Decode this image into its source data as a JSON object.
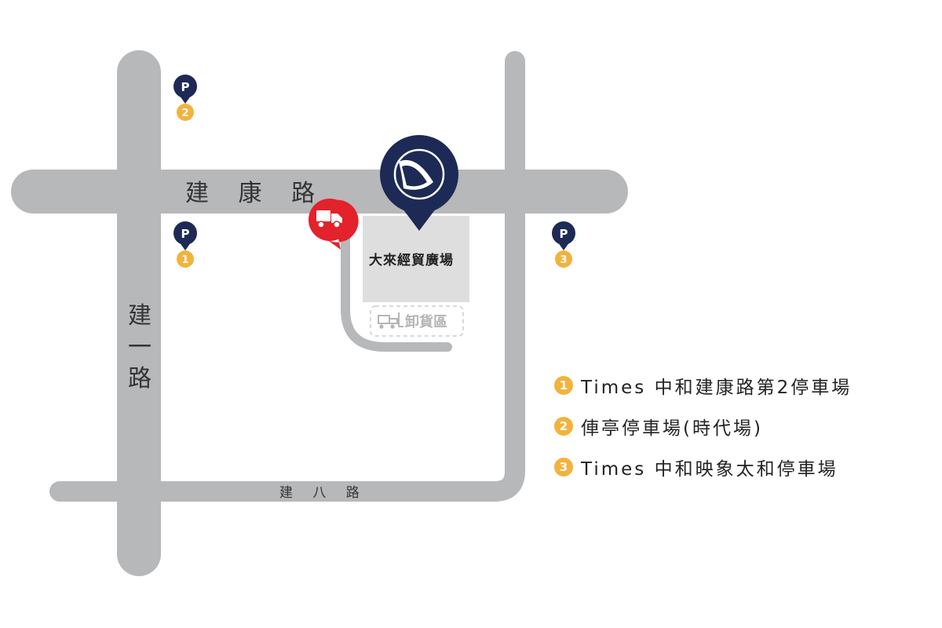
{
  "roads": {
    "main_horizontal": "建 康 路",
    "vertical_top": "建",
    "vertical_mid": "一",
    "vertical_bottom": "路",
    "bottom_horizontal": "建 八 路"
  },
  "building": {
    "name": "大來經貿廣場"
  },
  "unloading_zone": {
    "label": "卸貨區"
  },
  "parking_markers": [
    {
      "letter": "P",
      "number": "2"
    },
    {
      "letter": "P",
      "number": "1"
    },
    {
      "letter": "P",
      "number": "3"
    }
  ],
  "legend": [
    {
      "number": "1",
      "text": "Times 中和建康路第2停車場"
    },
    {
      "number": "2",
      "text": "俥亭停車場(時代場)"
    },
    {
      "number": "3",
      "text": "Times 中和映象太和停車場"
    }
  ],
  "colors": {
    "road": "#b7b8ba",
    "building": "#dedede",
    "pin_navy": "#1d2a55",
    "parking_yellow": "#f2b33d",
    "truck_red": "#e3222b"
  }
}
